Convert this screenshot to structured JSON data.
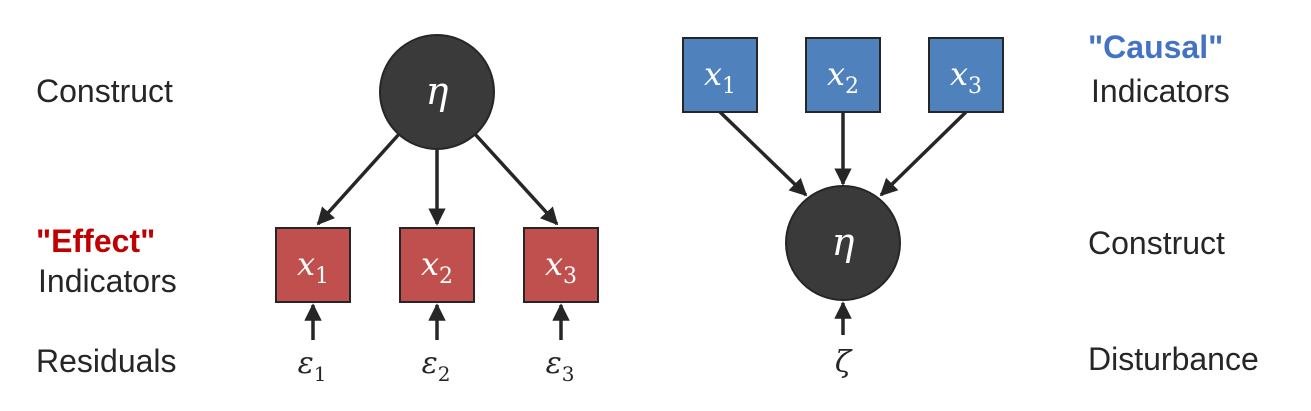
{
  "colors": {
    "effect_accent": "#c00000",
    "causal_accent": "#4472c4",
    "effect_box_fill": "#c0504d",
    "causal_box_fill": "#4f81bd",
    "construct_fill": "#3a3a3a",
    "arrow": "#262626",
    "text": "#262626"
  },
  "left_model": {
    "labels": {
      "construct": "Construct",
      "effect_quoted": "\"Effect\"",
      "indicators": "Indicators",
      "residuals": "Residuals"
    },
    "construct_symbol": "η",
    "indicators": [
      {
        "base": "x",
        "sub": "1"
      },
      {
        "base": "x",
        "sub": "2"
      },
      {
        "base": "x",
        "sub": "3"
      }
    ],
    "residuals": [
      {
        "base": "ε",
        "sub": "1"
      },
      {
        "base": "ε",
        "sub": "2"
      },
      {
        "base": "ε",
        "sub": "3"
      }
    ]
  },
  "right_model": {
    "labels": {
      "causal_quoted": "\"Causal\"",
      "indicators": "Indicators",
      "construct": "Construct",
      "disturbance": "Disturbance"
    },
    "construct_symbol": "η",
    "indicators": [
      {
        "base": "x",
        "sub": "1"
      },
      {
        "base": "x",
        "sub": "2"
      },
      {
        "base": "x",
        "sub": "3"
      }
    ],
    "disturbance_symbol": "ζ"
  }
}
